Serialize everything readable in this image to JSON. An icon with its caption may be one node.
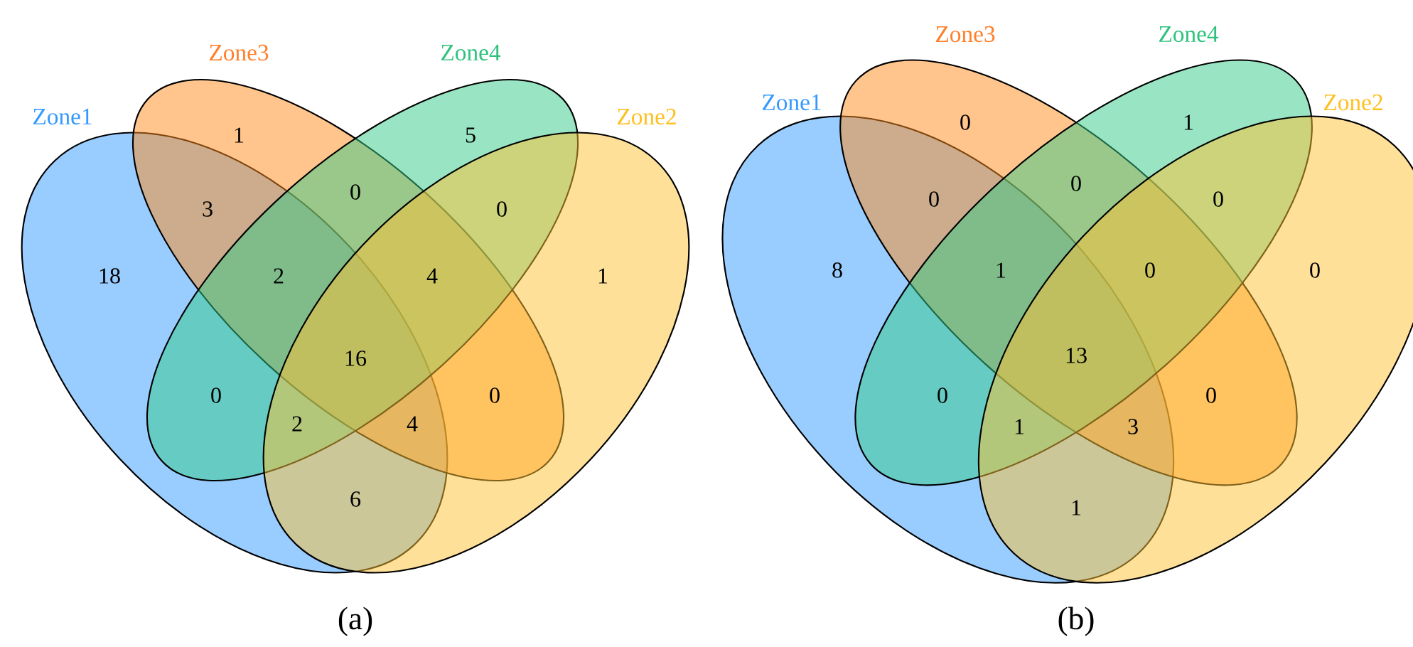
{
  "diagram": {
    "nodes": [
      {
        "text": [
          "Zone1"
        ]
      },
      {
        "text": [
          "Zone3"
        ]
      },
      {
        "text": [
          "Zone4"
        ]
      },
      {
        "text": [
          "Zone2"
        ]
      },
      {
        "text": [
          "Zone1"
        ]
      },
      {
        "text": [
          "Zone3"
        ]
      },
      {
        "text": [
          "Zone4"
        ]
      },
      {
        "text": [
          "Zone2"
        ]
      }
    ],
    "labels": [
      "1",
      "5",
      "0",
      "3",
      "0",
      "18",
      "2",
      "4",
      "1",
      "16",
      "0",
      "0",
      "2",
      "4",
      "6",
      "(a)",
      "0",
      "1",
      "0",
      "0",
      "0",
      "8",
      "1",
      "0",
      "0",
      "13",
      "0",
      "0",
      "1",
      "3",
      "1",
      "(b)"
    ]
  }
}
